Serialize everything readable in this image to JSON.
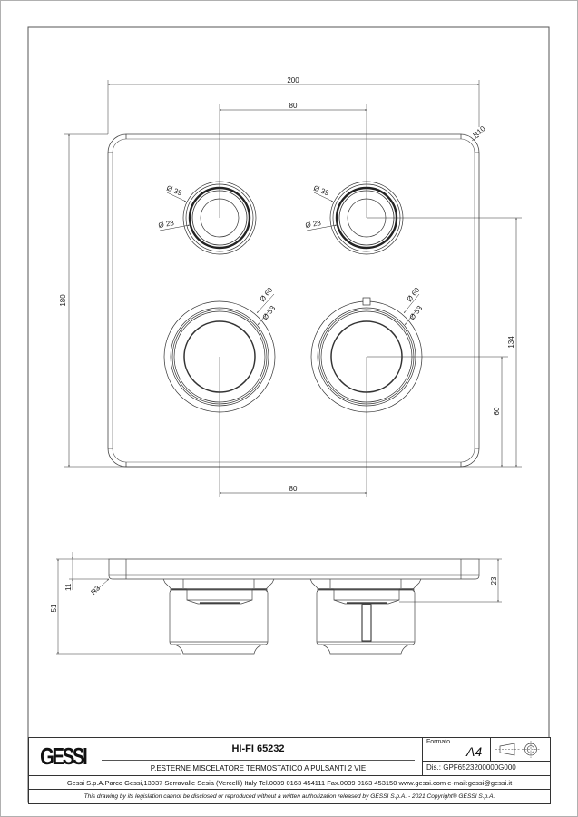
{
  "drawing": {
    "top_view": {
      "dimensions": {
        "overall_width": "200",
        "upper_spacing": "80",
        "lower_spacing": "80",
        "overall_height": "180",
        "corner_radius": "R10",
        "height_to_upper_centers": "134",
        "height_to_lower_centers": "60"
      },
      "buttons": [
        {
          "outer_diameter": "Ø 39",
          "inner_diameter": "Ø 28"
        },
        {
          "outer_diameter": "Ø 39",
          "inner_diameter": "Ø 28"
        }
      ],
      "knobs": [
        {
          "outer_diameter": "Ø 60",
          "inner_diameter": "Ø 53"
        },
        {
          "outer_diameter": "Ø 60",
          "inner_diameter": "Ø 53"
        }
      ]
    },
    "side_view": {
      "dimensions": {
        "total_depth": "51",
        "plate_thickness": "11",
        "edge_radius": "R3",
        "front_depth": "23"
      }
    }
  },
  "title_block": {
    "logo": "GESSI",
    "product_code": "HI-FI 65232",
    "description": "P.ESTERNE MISCELATORE TERMOSTATICO A PULSANTI 2 VIE",
    "format_label": "Formato",
    "format_value": "A4",
    "drawing_number": "Dis.: GPF6523200000G000",
    "address": "Gessi S.p.A.Parco Gessi,13037 Serravalle Sesia (Vercelli) Italy Tel.0039 0163 454111 Fax.0039 0163 453150 www.gessi.com e-mail:gessi@gessi.it",
    "legal": "This drawing by its legislation cannot be disclosed or reproduced without a written authorization released by GESSI S.p.A. - 2021 Copyright® GESSI S.p.A."
  }
}
